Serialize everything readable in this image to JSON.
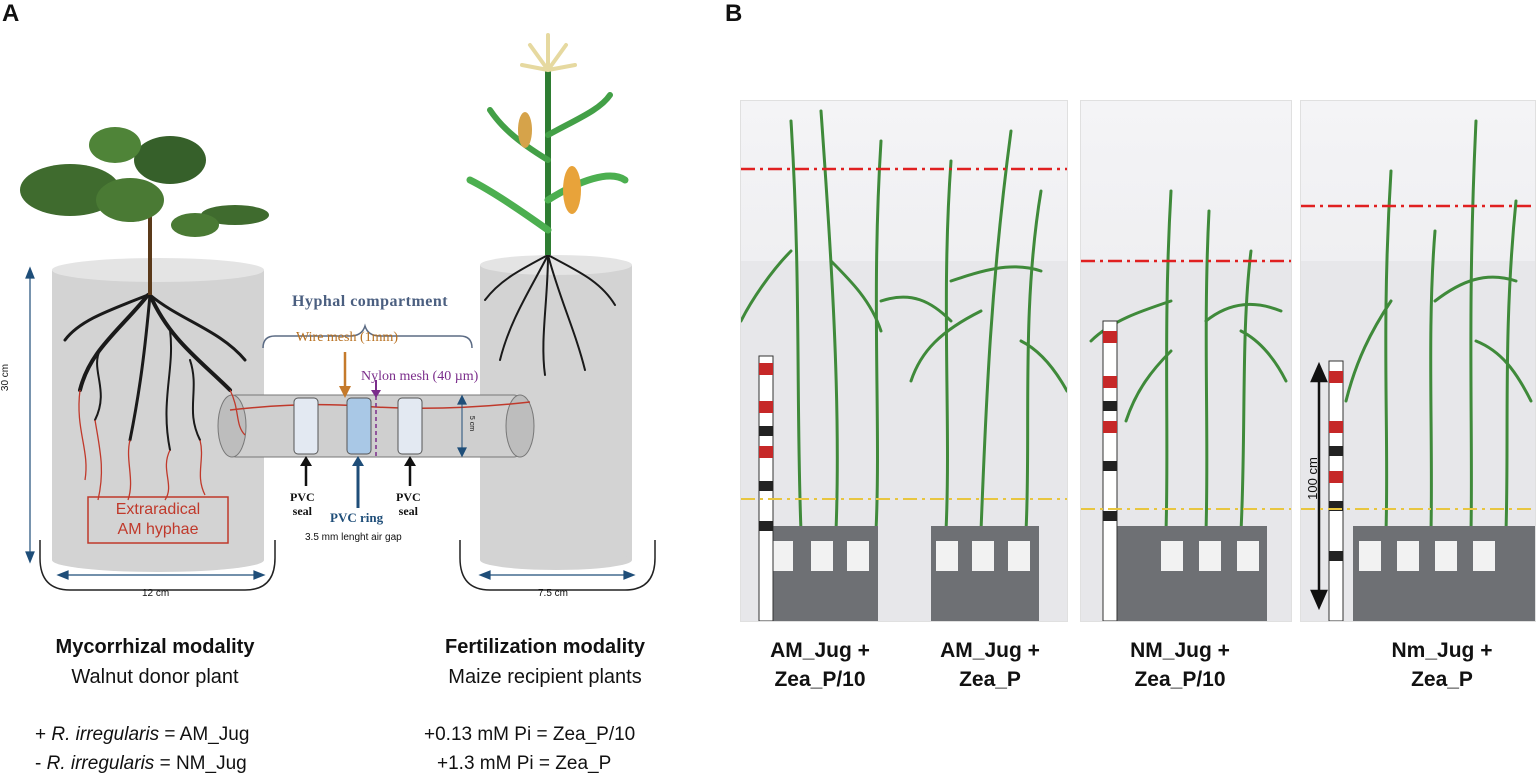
{
  "panel_a": {
    "letter": "A",
    "hyphal_compartment": "Hyphal compartment",
    "wire_mesh": "Wire mesh (1mm)",
    "nylon_mesh": "Nylon mesh (40 µm)",
    "pvc_seal_left": "PVC\nseal",
    "pvc_seal_right": "PVC\nseal",
    "pvc_ring": "PVC ring",
    "air_gap": "3.5 mm lenght air gap",
    "extraradical": "Extraradical\nAM hyphae",
    "height_30": "30 cm",
    "width_12": "12 cm",
    "width_7_5": "7.5 cm",
    "diam_5": "5 cm",
    "mycorrhizal_title": "Mycorrhizal modality",
    "mycorrhizal_sub": "Walnut donor plant",
    "myc_plus_sign": "+ ",
    "myc_plus_species": "R. irregularis",
    "myc_plus_rest": " = AM_Jug",
    "myc_minus_sign": "- ",
    "myc_minus_species": "R. irregularis",
    "myc_minus_rest": " = NM_Jug",
    "fert_title": "Fertilization modality",
    "fert_sub": "Maize recipient plants",
    "fert_line1": "+0.13 mM Pi = Zea_P/10",
    "fert_line2": "+1.3 mM Pi = Zea_P"
  },
  "panel_b": {
    "letter": "B",
    "scale_label": "100 cm",
    "captions": [
      "AM_Jug +\nZea_P/10",
      "AM_Jug +\nZea_P",
      "NM_Jug +\nZea_P/10",
      "Nm_Jug +\nZea_P"
    ]
  },
  "colors": {
    "pot_gray": "#d3d3d3",
    "hyphae_red": "#c0392b",
    "arrow_blue": "#1f4e79",
    "wire_orange": "#c57a2b",
    "nylon_purple": "#7b2d8b",
    "dashed_red": "#e02020",
    "dashed_yellow": "#e8c640"
  }
}
